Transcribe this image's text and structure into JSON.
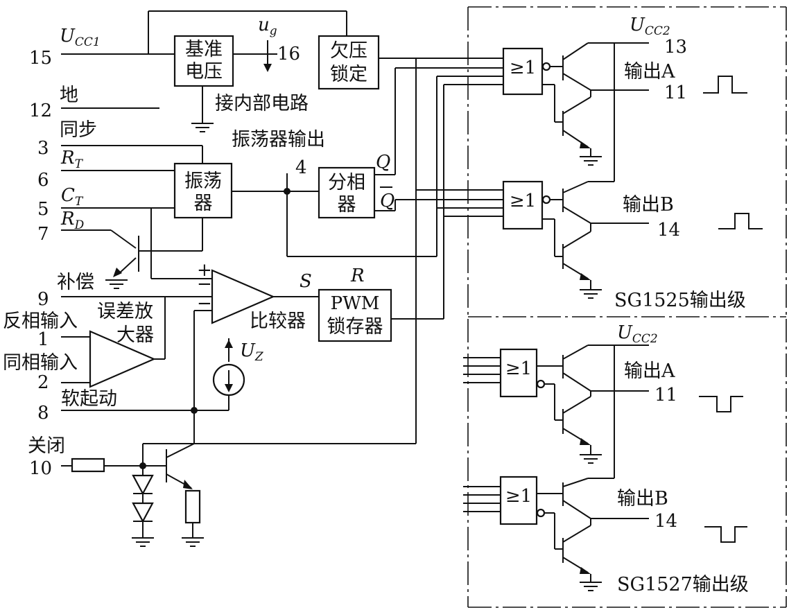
{
  "pins": {
    "p15": "15",
    "p12": "12",
    "p3": "3",
    "p6": "6",
    "p5": "5",
    "p7": "7",
    "p9": "9",
    "p1": "1",
    "p2": "2",
    "p8": "8",
    "p10": "10",
    "p16": "16",
    "p4": "4",
    "p13": "13",
    "p11a": "11",
    "p14a": "14",
    "p11b": "11",
    "p14b": "14"
  },
  "signals": {
    "ucc1_main": "U",
    "ucc1_sub": "CC1",
    "ug_main": "u",
    "ug_sub": "g",
    "ground": "地",
    "sync": "同步",
    "rt_main": "R",
    "rt_sub": "T",
    "ct_main": "C",
    "ct_sub": "T",
    "rd_main": "R",
    "rd_sub": "D",
    "comp": "补偿",
    "inv_input": "反相输入",
    "noninv_input": "同相输入",
    "softstart": "软起动",
    "shutdown": "关闭",
    "uz_main": "U",
    "uz_sub": "Z",
    "ucc2_main": "U",
    "ucc2_sub": "CC2",
    "osc_out": "振荡器输出",
    "internal": "接内部电路",
    "q": "Q",
    "qbar": "Q",
    "s": "S",
    "r": "R",
    "plus": "+",
    "minus1": "−",
    "minus2": "−"
  },
  "blocks": {
    "ref_l1": "基准",
    "ref_l2": "电压",
    "uvlo_l1": "欠压",
    "uvlo_l2": "锁定",
    "osc_l1": "振荡",
    "osc_l2": "器",
    "split_l1": "分相",
    "split_l2": "器",
    "pwm_l1": "PWM",
    "pwm_l2": "锁存器",
    "error_amp_l1": "误差放",
    "error_amp_l2": "大器",
    "comparator": "比较器",
    "or_gate": "≥1"
  },
  "outputs": {
    "out_a": "输出A",
    "out_b": "输出B",
    "sg1525": "SG1525输出级",
    "sg1527": "SG1527输出级"
  }
}
